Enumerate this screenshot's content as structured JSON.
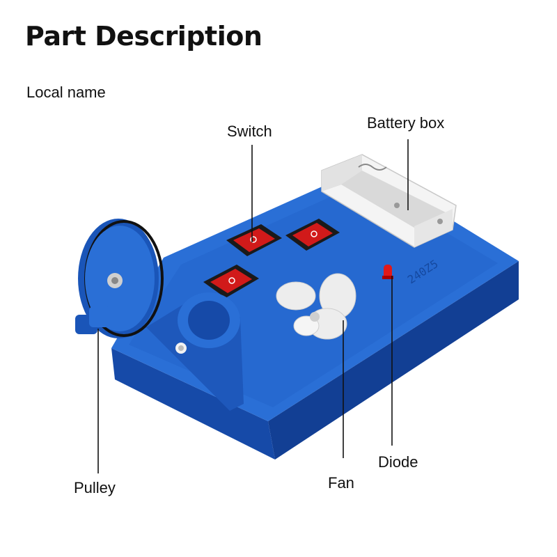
{
  "title": "Part Description",
  "subtitle": "Local name",
  "labels": {
    "switch": "Switch",
    "battery_box": "Battery box",
    "pulley": "Pulley",
    "fan": "Fan",
    "diode": "Diode"
  },
  "colors": {
    "base_blue": "#1f5fc8",
    "base_dark": "#123f94",
    "switch_red": "#d11a1a",
    "battery_white": "#f2f2f2",
    "leader_line": "#111111"
  }
}
